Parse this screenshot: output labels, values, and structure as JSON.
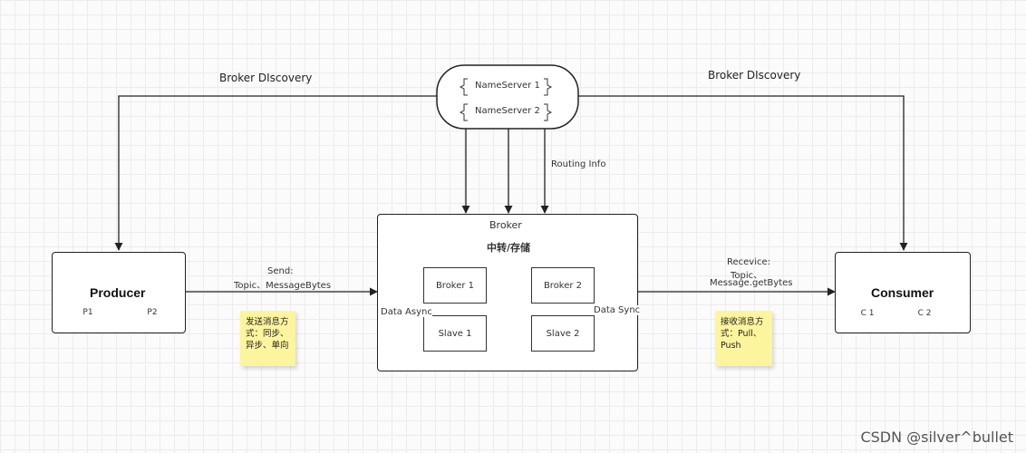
{
  "title_left": "Broker DIscovery",
  "title_right": "Broker DIscovery",
  "nameservers": [
    "NameServer 1",
    "NameServer 2"
  ],
  "routing_info": "Routing Info",
  "producer": {
    "title": "Producer",
    "items": [
      "P1",
      "P2"
    ],
    "send_label": [
      "Send:",
      "Topic、MessageBytes"
    ],
    "note": "发送消息方\n式：同步、\n异步、单向"
  },
  "broker": {
    "title": "Broker",
    "subtitle": "中转/存储",
    "broker1": "Broker 1",
    "broker2": "Broker 2",
    "slave1": "Slave 1",
    "slave2": "Slave 2",
    "data_async": "Data Async",
    "data_sync": "Data Sync"
  },
  "consumer": {
    "title": "Consumer",
    "items": [
      "C 1",
      "C 2"
    ],
    "receive_label": [
      "Recevice:",
      "Topic、",
      "Message.getBytes"
    ],
    "note": "接收消息方\n式：Pull、\nPush"
  },
  "watermark": "CSDN @silver^bullet"
}
